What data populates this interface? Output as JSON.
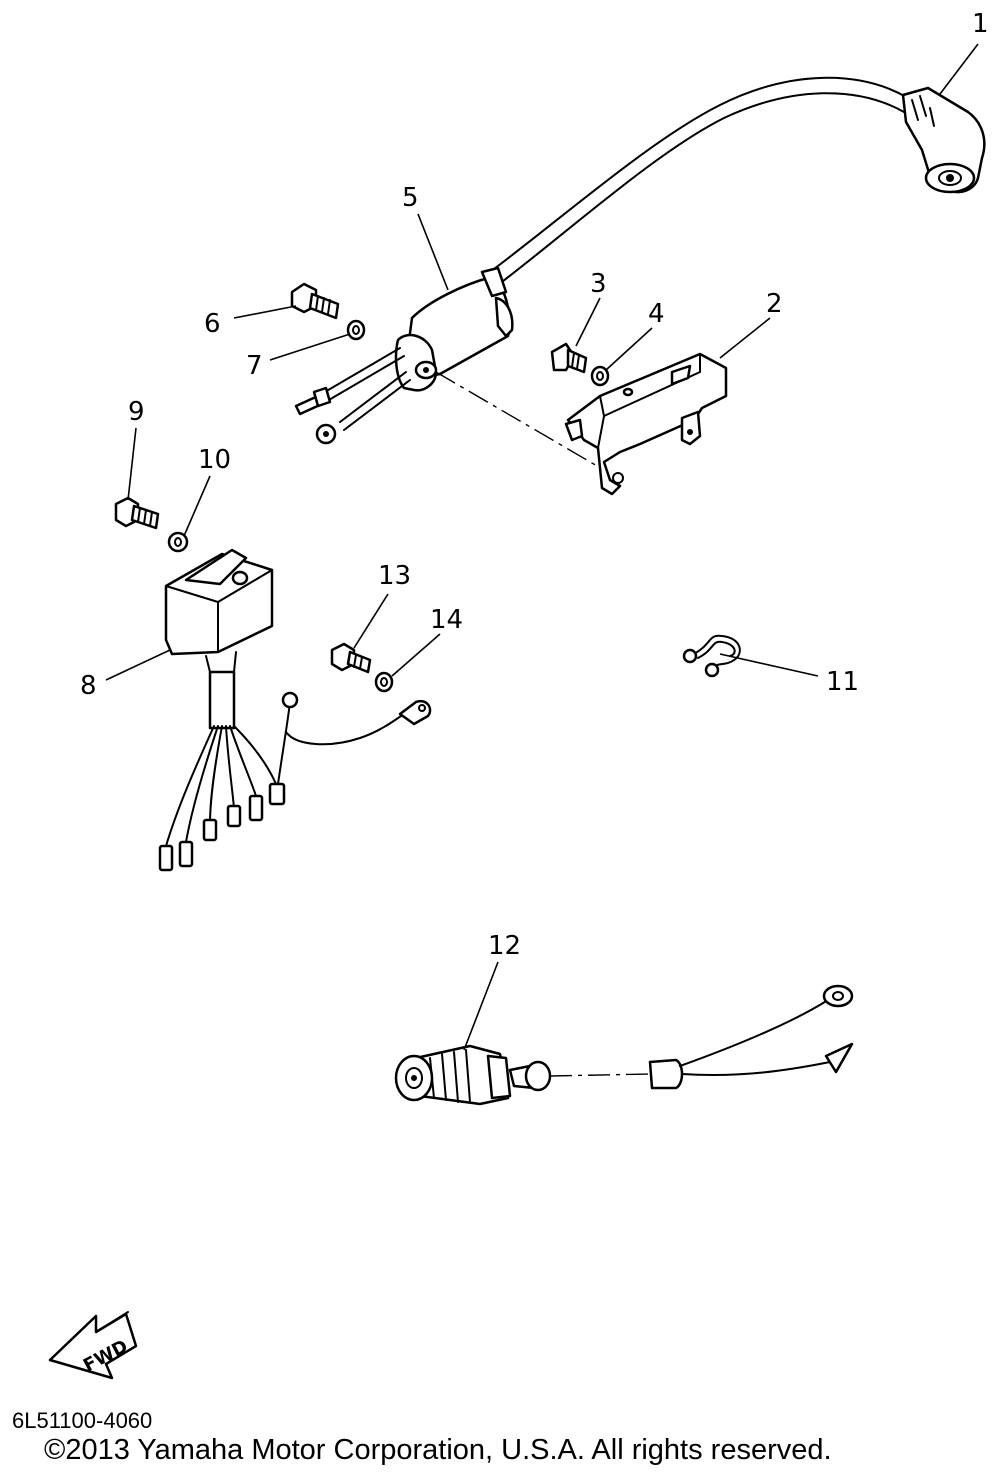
{
  "diagram": {
    "callouts": [
      "1",
      "2",
      "3",
      "4",
      "5",
      "6",
      "7",
      "8",
      "9",
      "10",
      "11",
      "12",
      "13",
      "14"
    ],
    "direction_label": "FWD",
    "document_code": "6L51100-4060",
    "copyright": "©2013 Yamaha Motor Corporation, U.S.A. All rights reserved."
  }
}
